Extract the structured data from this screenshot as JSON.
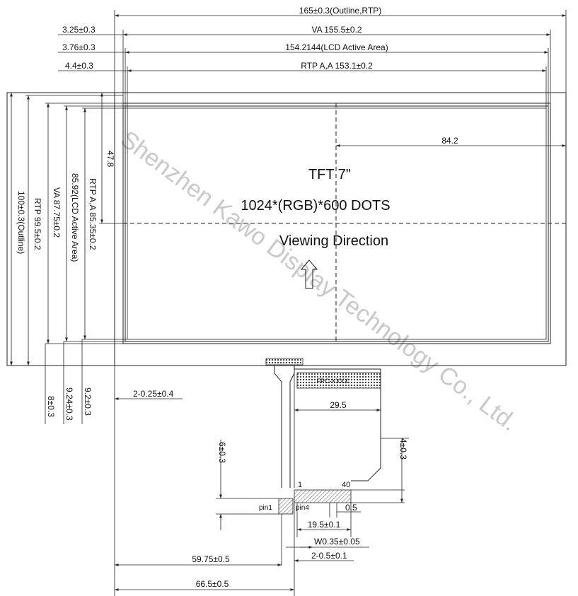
{
  "top_dims": {
    "outline": "165±0.3(Outline,RTP)",
    "va": "VA 155.5±0.2",
    "lcd": "154.2144(LCD Active Area)",
    "rtp": "RTP A,A 153.1±0.2",
    "off1": "3.25±0.3",
    "off2": "3.76±0.3",
    "off3": "4.4±0.3"
  },
  "left_dims": {
    "outline": "100±0.3(Outline)",
    "rtp": "RTP 99.5±0.2",
    "va": "VA 87.75±0.2",
    "lcd": "85.92(LCD Active Area)",
    "rtp_aa": "RTP A,A 85.35±0.2",
    "center_v": "47.8",
    "bot1": "8±0.3",
    "bot2": "9.24±0.3",
    "bot3": "9.2±0.3"
  },
  "center_h": "84.2",
  "display": {
    "title": "TFT 7\"",
    "resolution": "1024*(RGB)*600  DOTS",
    "viewing": "Viewing  Direction"
  },
  "watermark": "Shenzhen Kawo Display Technology Co., Ltd.",
  "fpc": {
    "hole_dim": "2-0.25±0.4",
    "width": "29.5",
    "tail_h": "4±0.3",
    "pin1_h": "6±0.3",
    "pin_first": "1",
    "pin_last": "40",
    "pin1_label": "pin1",
    "pin4_label": "pin4",
    "pitch": "0.5",
    "pin_span": "19.5±0.1",
    "pin_w": "W0.35±0.05",
    "pin_off": "2-0.5±0.1",
    "off1": "59.75±0.5",
    "off2": "66.5±0.5",
    "label_text": "FPC-XXXX"
  }
}
